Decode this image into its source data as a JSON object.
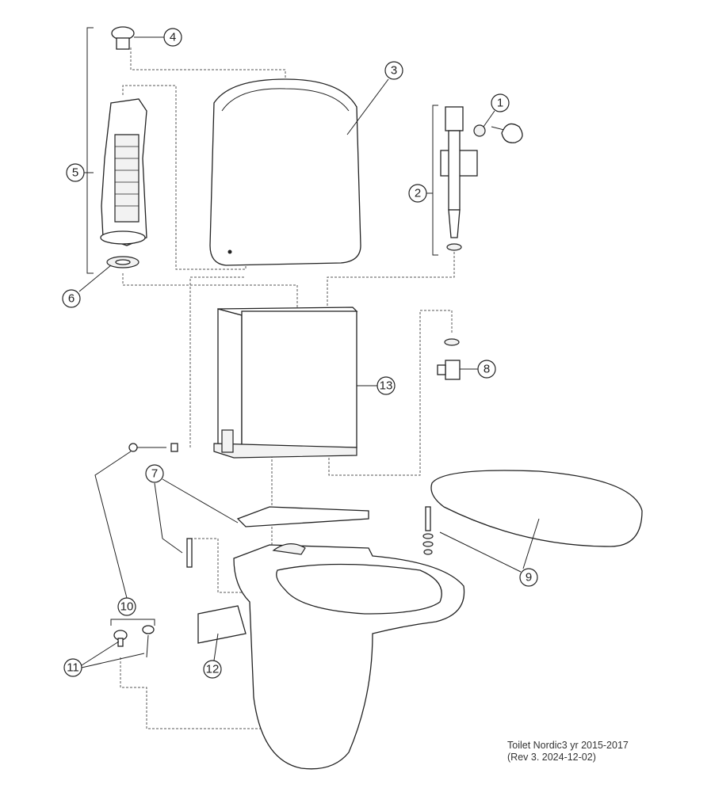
{
  "callouts": {
    "c1": "1",
    "c2": "2",
    "c3": "3",
    "c4": "4",
    "c5": "5",
    "c6": "6",
    "c7": "7",
    "c8": "8",
    "c9": "9",
    "c10": "10",
    "c11": "11",
    "c12": "12",
    "c13": "13"
  },
  "caption": {
    "line1": "Toilet Nordic3 yr 2015-2017",
    "line2": "(Rev 3. 2024-12-02)"
  }
}
